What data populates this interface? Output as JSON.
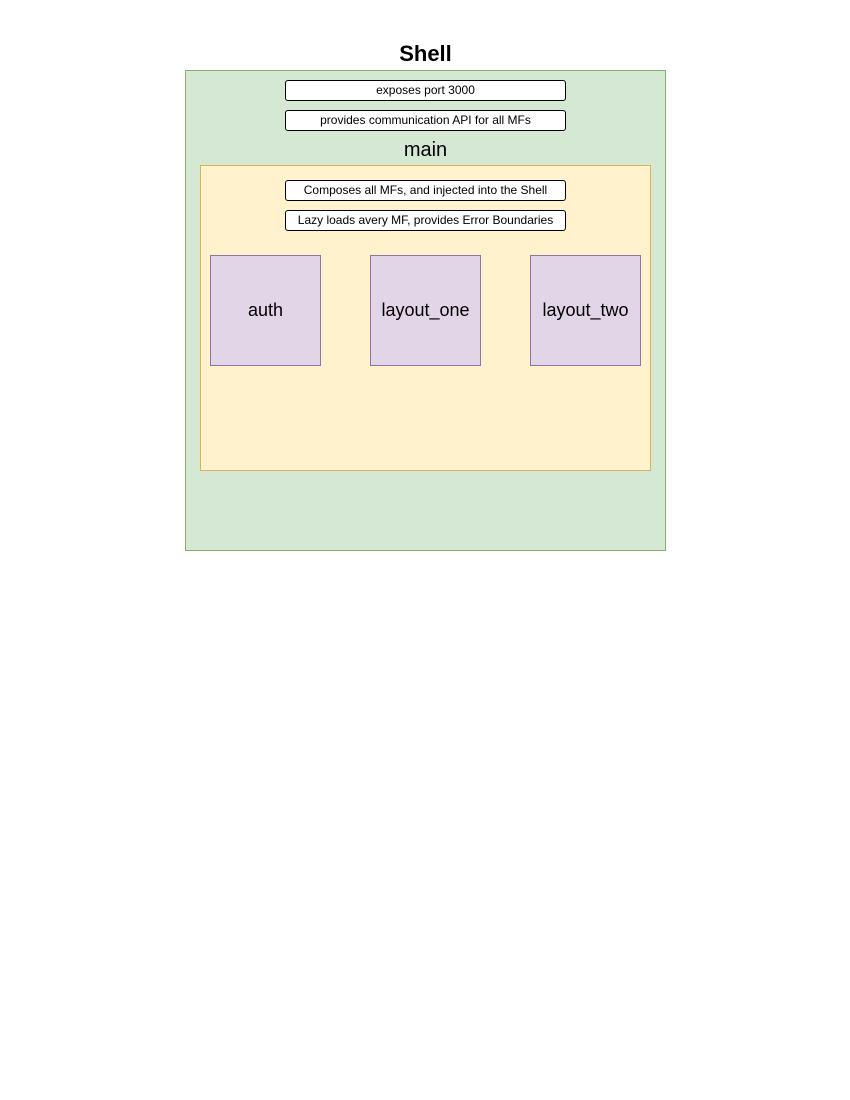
{
  "colors": {
    "shell_fill": "#d5e8d4",
    "shell_stroke": "#82b366",
    "main_fill": "#fff2cc",
    "main_stroke": "#d6b656",
    "mf_fill": "#e1d5e7",
    "mf_stroke": "#9673a6"
  },
  "shell": {
    "title": "Shell",
    "notes": [
      "exposes port 3000",
      "provides communication API for all MFs"
    ]
  },
  "main": {
    "title": "main",
    "notes": [
      "Composes all MFs, and injected into the Shell",
      "Lazy loads avery MF, provides Error Boundaries"
    ],
    "microfrontends": [
      "auth",
      "layout_one",
      "layout_two"
    ]
  }
}
